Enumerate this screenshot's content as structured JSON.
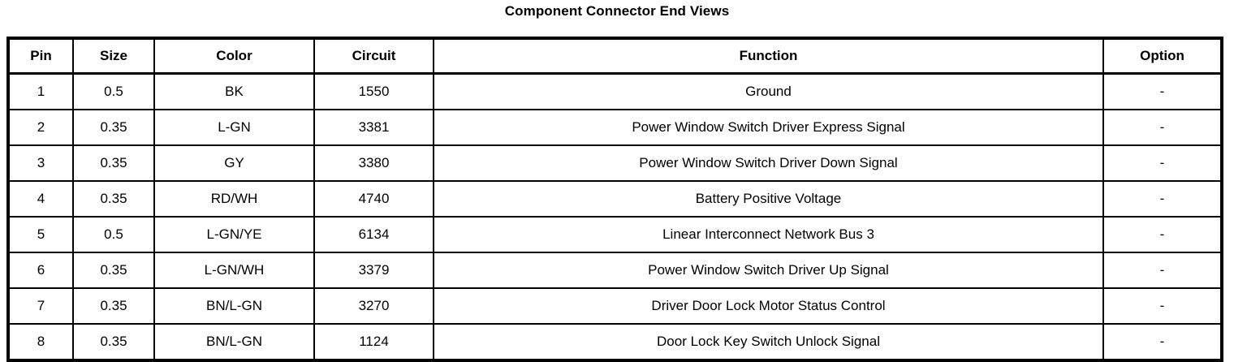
{
  "title": "Component Connector End Views",
  "table": {
    "columns": [
      {
        "key": "pin",
        "label": "Pin"
      },
      {
        "key": "size",
        "label": "Size"
      },
      {
        "key": "color",
        "label": "Color"
      },
      {
        "key": "circuit",
        "label": "Circuit"
      },
      {
        "key": "function",
        "label": "Function"
      },
      {
        "key": "option",
        "label": "Option"
      }
    ],
    "rows": [
      {
        "pin": "1",
        "size": "0.5",
        "color": "BK",
        "circuit": "1550",
        "function": "Ground",
        "option": "-"
      },
      {
        "pin": "2",
        "size": "0.35",
        "color": "L-GN",
        "circuit": "3381",
        "function": "Power Window Switch Driver Express Signal",
        "option": "-"
      },
      {
        "pin": "3",
        "size": "0.35",
        "color": "GY",
        "circuit": "3380",
        "function": "Power Window Switch Driver Down Signal",
        "option": "-"
      },
      {
        "pin": "4",
        "size": "0.35",
        "color": "RD/WH",
        "circuit": "4740",
        "function": "Battery Positive Voltage",
        "option": "-"
      },
      {
        "pin": "5",
        "size": "0.5",
        "color": "L-GN/YE",
        "circuit": "6134",
        "function": "Linear Interconnect Network Bus 3",
        "option": "-"
      },
      {
        "pin": "6",
        "size": "0.35",
        "color": "L-GN/WH",
        "circuit": "3379",
        "function": "Power Window Switch Driver Up Signal",
        "option": "-"
      },
      {
        "pin": "7",
        "size": "0.35",
        "color": "BN/L-GN",
        "circuit": "3270",
        "function": "Driver Door Lock Motor Status Control",
        "option": "-"
      },
      {
        "pin": "8",
        "size": "0.35",
        "color": "BN/L-GN",
        "circuit": "1124",
        "function": "Door Lock Key Switch Unlock Signal",
        "option": "-"
      }
    ]
  },
  "colors": {
    "ink": "#000000",
    "paper": "#ffffff"
  }
}
